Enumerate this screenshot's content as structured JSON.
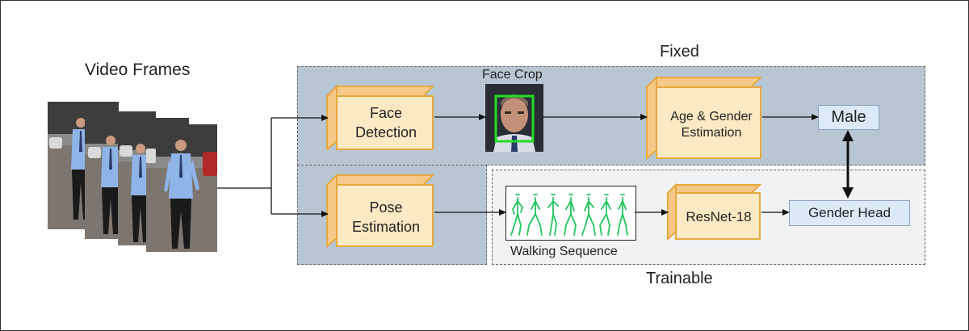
{
  "labels": {
    "video_frames": "Video Frames",
    "fixed": "Fixed",
    "trainable": "Trainable",
    "face_crop": "Face Crop",
    "walking_sequence": "Walking Sequence"
  },
  "blocks": {
    "face_detection": "Face Detection",
    "pose_estimation": "Pose Estimation",
    "age_gender_estimation": "Age & Gender Estimation",
    "resnet": "ResNet-18"
  },
  "outputs": {
    "male": "Male",
    "gender_head": "Gender Head"
  },
  "colors": {
    "cube_face": "#fde9c4",
    "cube_side": "#f6c98a",
    "cube_edge": "#e6a93f",
    "region_fill": "#b8c6d3",
    "trainable_fill": "#f1f2f3",
    "output_fill": "#dce9f8",
    "skeleton": "#22c55e",
    "face_box": "#22dd22"
  }
}
